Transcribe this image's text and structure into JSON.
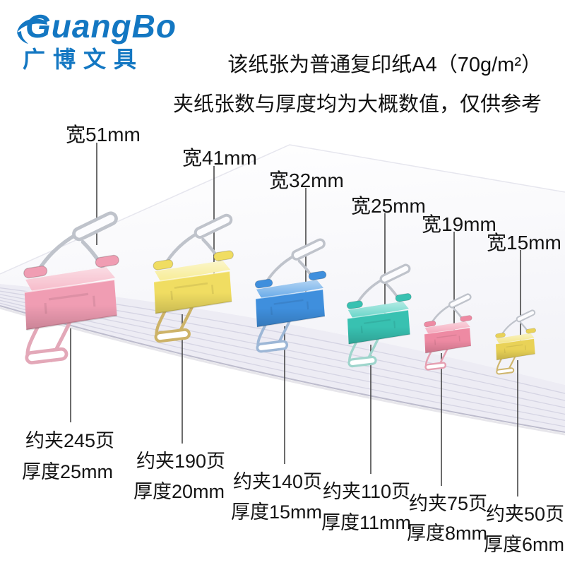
{
  "brand": {
    "name": "GuangBo",
    "chinese_name": "广博文具",
    "color": "#1377c2"
  },
  "disclaimer": {
    "line1": "该纸张为普通复印纸A4（70g/m²）",
    "line2": "夹纸张数与厚度均为大概数值，仅供参考"
  },
  "paper": {
    "type": "A4 copy paper stack",
    "top_color": "#fcfcfe",
    "edge_color": "#e9e8f2"
  },
  "clips": [
    {
      "width_label": "宽51mm",
      "capacity_label": "约夹245页",
      "thickness_label": "厚度25mm",
      "color": "#f09db3",
      "color_name": "pink"
    },
    {
      "width_label": "宽41mm",
      "capacity_label": "约夹190页",
      "thickness_label": "厚度20mm",
      "color": "#f0dd62",
      "color_name": "yellow"
    },
    {
      "width_label": "宽32mm",
      "capacity_label": "约夹140页",
      "thickness_label": "厚度15mm",
      "color": "#3f8fdd",
      "color_name": "blue"
    },
    {
      "width_label": "宽25mm",
      "capacity_label": "约夹110页",
      "thickness_label": "厚度11mm",
      "color": "#38c1b1",
      "color_name": "teal"
    },
    {
      "width_label": "宽19mm",
      "capacity_label": "约夹75页",
      "thickness_label": "厚度8mm",
      "color": "#ee8aa3",
      "color_name": "pink"
    },
    {
      "width_label": "宽15mm",
      "capacity_label": "约夹50页",
      "thickness_label": "厚度6mm",
      "color": "#e9d257",
      "color_name": "yellow"
    }
  ]
}
